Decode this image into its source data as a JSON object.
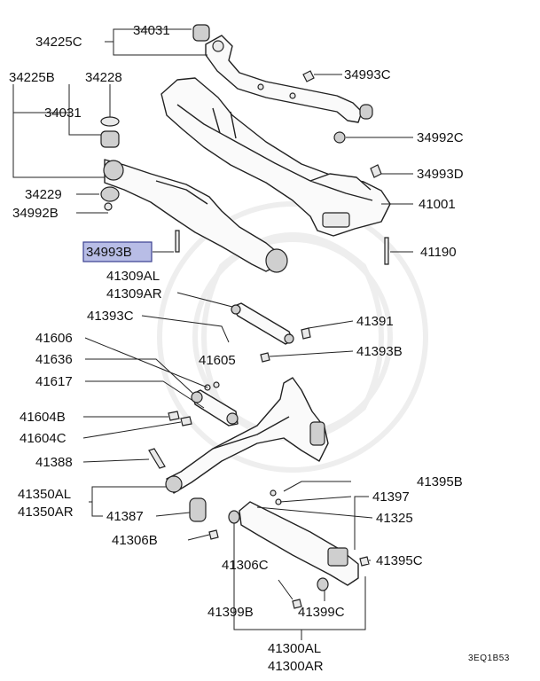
{
  "diagram_code": "3EQ1B53",
  "highlight_color": "#b8bde6",
  "labels": {
    "p34031_top": "34031",
    "p34225C": "34225C",
    "p34993C": "34993C",
    "p34225B": "34225B",
    "p34228": "34228",
    "p34031": "34031",
    "p34992C": "34992C",
    "p34993D": "34993D",
    "p34229": "34229",
    "p34992B": "34992B",
    "p41001": "41001",
    "p34993B": "34993B",
    "p41190": "41190",
    "p41309AL": "41309AL",
    "p41309AR": "41309AR",
    "p41393C": "41393C",
    "p41391": "41391",
    "p41606": "41606",
    "p41605": "41605",
    "p41393B": "41393B",
    "p41636": "41636",
    "p41617": "41617",
    "p41604B": "41604B",
    "p41604C": "41604C",
    "p41388": "41388",
    "p41395B": "41395B",
    "p41350AL": "41350AL",
    "p41397": "41397",
    "p41350AR": "41350AR",
    "p41387": "41387",
    "p41325": "41325",
    "p41306B": "41306B",
    "p41395C": "41395C",
    "p41306C": "41306C",
    "p41399B": "41399B",
    "p41399C": "41399C",
    "p41300AL": "41300AL",
    "p41300AR": "41300AR"
  }
}
